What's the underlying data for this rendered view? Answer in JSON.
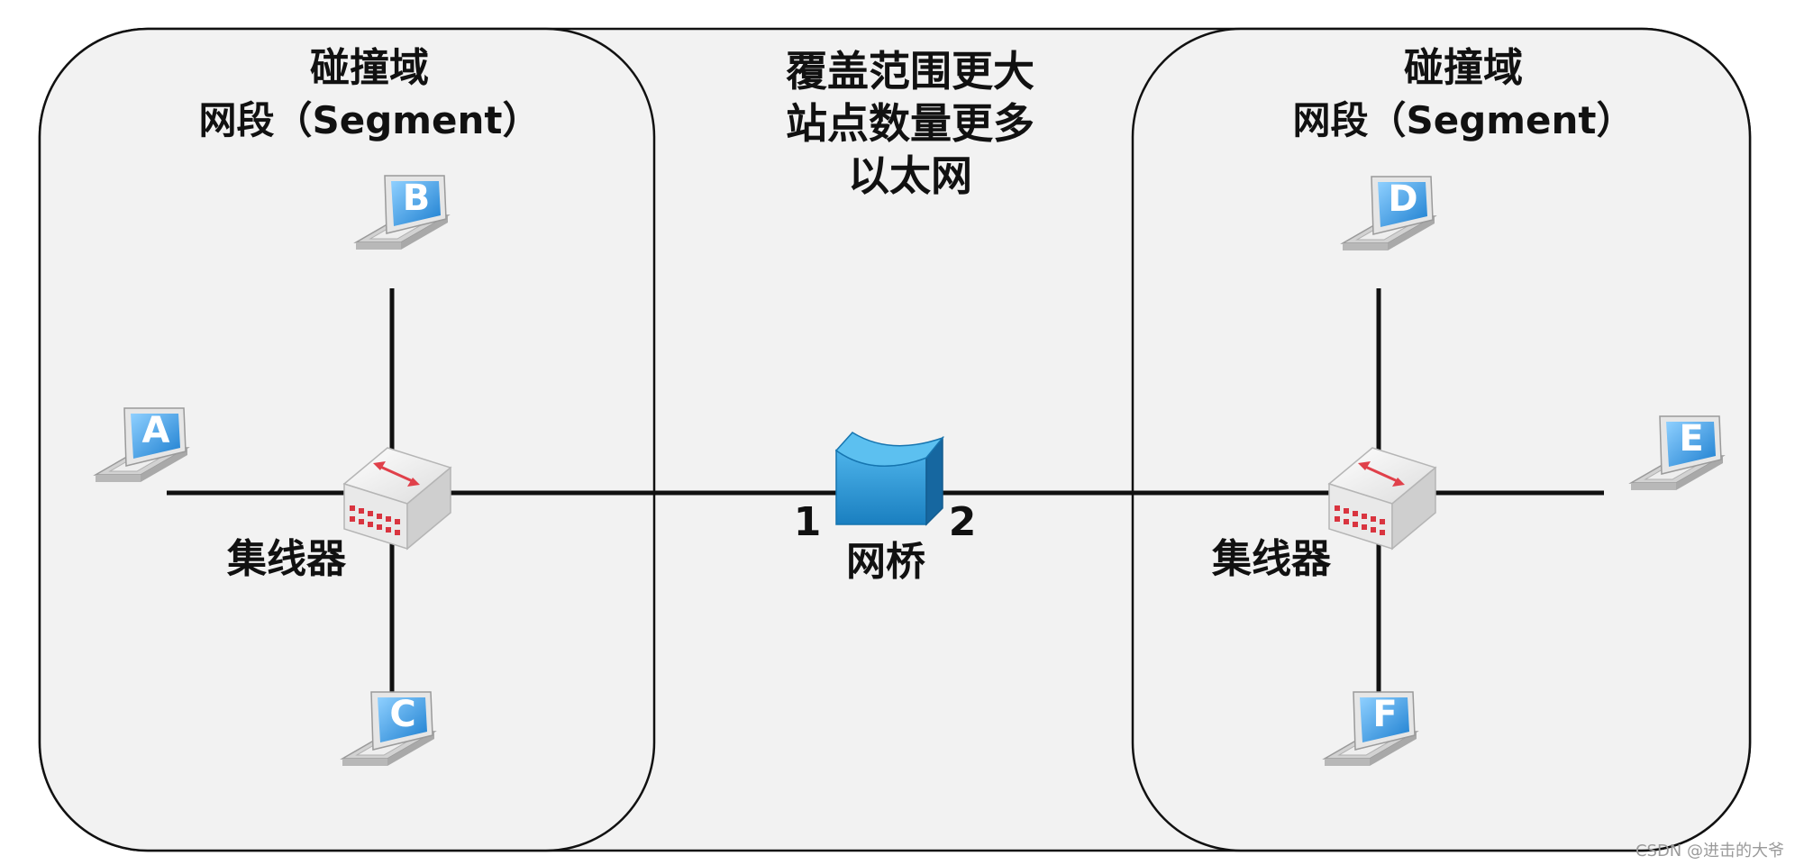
{
  "center": {
    "lines": [
      "覆盖范围更大",
      "站点数量更多",
      "以太网"
    ]
  },
  "left_segment": {
    "title": "碰撞域",
    "subtitle": "网段（Segment）",
    "hub_label": "集线器",
    "hosts": [
      "A",
      "B",
      "C"
    ]
  },
  "right_segment": {
    "title": "碰撞域",
    "subtitle": "网段（Segment）",
    "hub_label": "集线器",
    "hosts": [
      "D",
      "E",
      "F"
    ]
  },
  "bridge": {
    "label": "网桥",
    "port1": "1",
    "port2": "2"
  },
  "watermark": "CSDN @进击的大爷",
  "colors": {
    "segment_fill": "#f2f2f2",
    "screen_blue": "#3a9be0",
    "bridge_blue": "#1f8fcf",
    "hub_red": "#e0404a"
  }
}
